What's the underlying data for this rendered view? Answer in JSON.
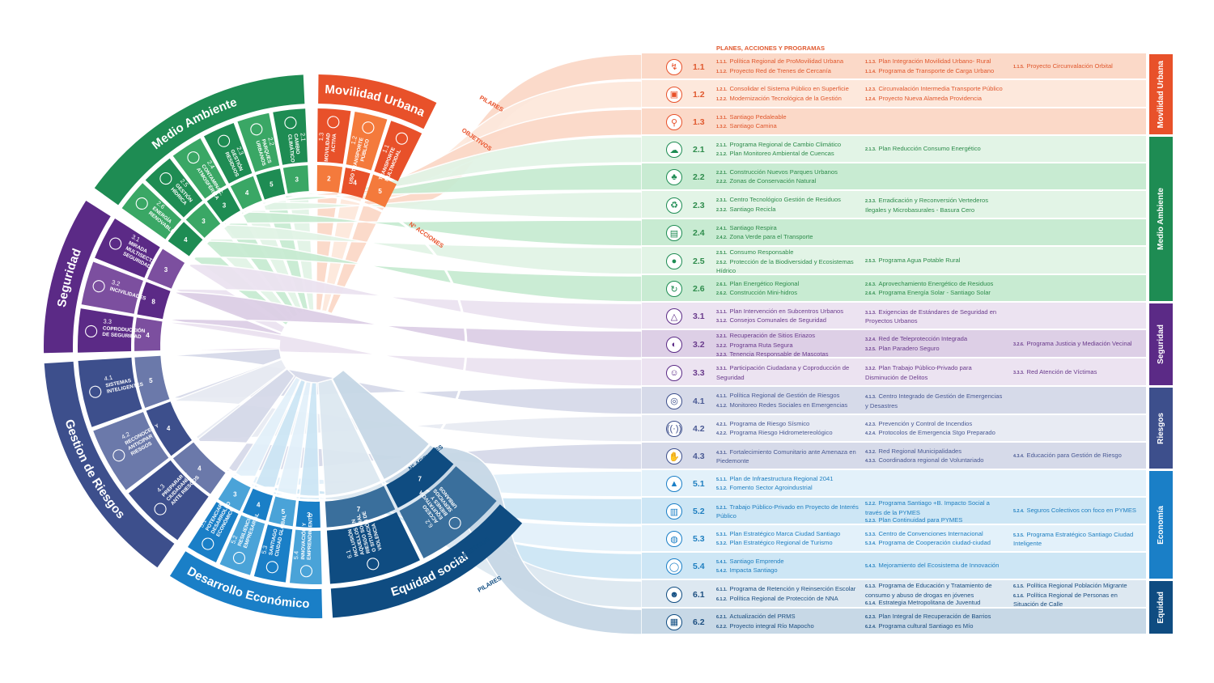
{
  "header": {
    "plans_title": "PLANES, ACCIONES Y PROGRAMAS"
  },
  "labels": {
    "pilares": "PILARES",
    "objetivos": "OBJETIVOS",
    "n_acciones": "N° ACCIONES"
  },
  "pillars": [
    {
      "id": "movilidad",
      "name": "Movilidad Urbana",
      "color": "#e8512a",
      "light": "#f47a3c",
      "pale": "#fbd9c8",
      "pale2": "#fde8dc",
      "text": "#e0592f",
      "objectives": [
        {
          "code": "1.1",
          "label": "TRANSPORTE MULTIMODAL",
          "actions": 5,
          "icon": "route-icon",
          "glyph": "↯"
        },
        {
          "code": "1.2",
          "label": "USO TRANSPORTE PÚBLICO",
          "actions": 4,
          "icon": "bus-icon",
          "glyph": "▣"
        },
        {
          "code": "1.3",
          "label": "MOVILIDAD ACTIVA",
          "actions": 2,
          "icon": "bike-icon",
          "glyph": "⚲"
        }
      ]
    },
    {
      "id": "medio",
      "name": "Medio Ambiente",
      "color": "#1e8c53",
      "light": "#3aa765",
      "pale": "#c8ebd2",
      "pale2": "#e2f4e6",
      "text": "#2e8c4c",
      "objectives": [
        {
          "code": "2.1",
          "label": "CAMBIO CLIMÁTICO",
          "actions": 3,
          "icon": "climate-icon",
          "glyph": "☁"
        },
        {
          "code": "2.2",
          "label": "PARQUES URBANOS",
          "actions": 5,
          "icon": "tree-icon",
          "glyph": "♣"
        },
        {
          "code": "2.3",
          "label": "GESTIÓN RESIDUOS",
          "actions": 4,
          "icon": "recycle-icon",
          "glyph": "♻"
        },
        {
          "code": "2.4",
          "label": "CONTAMINAC. ATMOSFÉRICA",
          "actions": 3,
          "icon": "factory-icon",
          "glyph": "▤"
        },
        {
          "code": "2.5",
          "label": "GESTIÓN HÍDRICA",
          "actions": 3,
          "icon": "water-drop-icon",
          "glyph": "●"
        },
        {
          "code": "2.6",
          "label": "ENERGÍA RENOVABLE",
          "actions": 4,
          "icon": "renewable-icon",
          "glyph": "↻"
        }
      ]
    },
    {
      "id": "seguridad",
      "name": "Seguridad",
      "color": "#5b2a86",
      "light": "#7c4f9f",
      "pale": "#ddcfe6",
      "pale2": "#ece3f1",
      "text": "#6a3b8c",
      "objectives": [
        {
          "code": "3.1",
          "label": "MIRADA MULTISECT. SEGURIDAD",
          "actions": 3,
          "icon": "warning-icon",
          "glyph": "△"
        },
        {
          "code": "3.2",
          "label": "INCIVILIDADES",
          "actions": 8,
          "icon": "speech-icon",
          "glyph": "◐"
        },
        {
          "code": "3.3",
          "label": "COPRODUCCIÓN DE SEGURIDAD",
          "actions": 4,
          "icon": "people-icon",
          "glyph": "☺"
        }
      ]
    },
    {
      "id": "riesgos",
      "name": "Gestion de Riesgos",
      "color": "#3d4f8c",
      "light": "#6b79aa",
      "pale": "#d6dae9",
      "pale2": "#e8ebf3",
      "text": "#4a5a94",
      "objectives": [
        {
          "code": "4.1",
          "label": "SISTEMAS INTELIGENTES",
          "actions": 5,
          "icon": "network-icon",
          "glyph": "◎"
        },
        {
          "code": "4.2",
          "label": "RECONOCER Y ANTICIPAR RIESGOS",
          "actions": 4,
          "icon": "signal-icon",
          "glyph": "((·))"
        },
        {
          "code": "4.3",
          "label": "PREPARAR A CIUDADANÍA ANTE RIESGOS",
          "actions": 4,
          "icon": "hands-icon",
          "glyph": "✋"
        }
      ]
    },
    {
      "id": "economia",
      "name": "Desarrollo Económico",
      "color": "#1a7fc7",
      "light": "#4aa3d8",
      "pale": "#cde6f5",
      "pale2": "#e3f1fa",
      "text": "#1f7fc0",
      "objectives": [
        {
          "code": "5.1",
          "label": "POTENCIAR DESARROLLO ECONÓMICO",
          "actions": 3,
          "icon": "growth-icon",
          "glyph": "▲"
        },
        {
          "code": "5.2",
          "label": "RESILIENCIA EMPRESARIAL",
          "actions": 4,
          "icon": "industry-icon",
          "glyph": "▥"
        },
        {
          "code": "5.3",
          "label": "SANTIAGO CIUDAD GLOBAL",
          "actions": 5,
          "icon": "globe-icon",
          "glyph": "◍"
        },
        {
          "code": "5.4",
          "label": "INNOVACIÓN Y EMPRENDIMIENTO",
          "actions": 3,
          "icon": "bulb-icon",
          "glyph": "◯"
        }
      ]
    },
    {
      "id": "equidad",
      "name": "Equidad social",
      "color": "#0f4c81",
      "light": "#3a6f9c",
      "pale": "#c7d8e6",
      "pale2": "#dde8f1",
      "text": "#1d4f80",
      "objectives": [
        {
          "code": "6.1",
          "label": "INCLUSIÓN AQUELLOS EN RIESGO SOCIAL O SITUACIÓN DE VIOLENCIA",
          "actions": 7,
          "icon": "group-icon",
          "glyph": "☻"
        },
        {
          "code": "6.2",
          "label": "ACCESO EQUITATIVO A BIENES Y SERVICIOS URBANOS",
          "actions": 7,
          "icon": "city-icon",
          "glyph": "▦"
        }
      ]
    }
  ],
  "table_pillars": [
    {
      "name": "Movilidad Urbana",
      "color": "#e8512a"
    },
    {
      "name": "Medio Ambiente",
      "color": "#1e8c53"
    },
    {
      "name": "Seguridad",
      "color": "#5b2a86"
    },
    {
      "name": "Riesgos",
      "color": "#3d4f8c"
    },
    {
      "name": "Economía",
      "color": "#1a7fc7"
    },
    {
      "name": "Equidad",
      "color": "#0f4c81"
    }
  ],
  "rows": [
    {
      "code": "1.1",
      "p": 0,
      "h": 33,
      "cols": [
        [
          [
            "1.1.1.",
            "Política Regional de ProMovilidad Urbana"
          ],
          [
            "1.1.2.",
            "Proyecto Red de Trenes de Cercanía"
          ]
        ],
        [
          [
            "1.1.3.",
            "Plan Integración Movilidad Urbano- Rural"
          ],
          [
            "1.1.4.",
            "Programa de Transporte de Carga Urbano"
          ]
        ],
        [
          [
            "1.1.5.",
            "Proyecto Circunvalación Orbital"
          ]
        ]
      ]
    },
    {
      "code": "1.2",
      "p": 0,
      "h": 35,
      "cols": [
        [
          [
            "1.2.1.",
            "Consolidar el Sistema Público en Superficie"
          ],
          [
            "1.2.2.",
            "Modernización Tecnológica de la Gestión"
          ]
        ],
        [
          [
            "1.2.3.",
            "Circunvalación Intermedia Transporte Público"
          ],
          [
            "1.2.4.",
            "Proyecto Nueva Alameda Providencia"
          ]
        ],
        []
      ]
    },
    {
      "code": "1.3",
      "p": 0,
      "h": 34,
      "cols": [
        [
          [
            "1.3.1.",
            "Santiago Pedaleable"
          ],
          [
            "1.3.2.",
            "Santiago Camina"
          ]
        ],
        [],
        []
      ]
    },
    {
      "code": "2.1",
      "p": 1,
      "h": 34,
      "cols": [
        [
          [
            "2.1.1.",
            "Programa Regional de Cambio Climático"
          ],
          [
            "2.1.2.",
            "Plan Monitoreo Ambiental de Cuencas"
          ]
        ],
        [
          [
            "2.1.3.",
            "Plan Reducción Consumo Energético"
          ]
        ],
        []
      ]
    },
    {
      "code": "2.2",
      "p": 1,
      "h": 34,
      "cols": [
        [
          [
            "2.2.1.",
            "Construcción Nuevos Parques Urbanos"
          ],
          [
            "2.2.2.",
            "Zonas de Conservación Natural"
          ]
        ],
        [],
        []
      ]
    },
    {
      "code": "2.3",
      "p": 1,
      "h": 35,
      "cols": [
        [
          [
            "2.3.1.",
            "Centro Tecnológico Gestión de Residuos"
          ],
          [
            "2.3.2.",
            "Santiago Recicla"
          ]
        ],
        [
          [
            "2.3.3.",
            "Erradicación y Reconversión Vertederos Ilegales y Microbasurales - Basura Cero"
          ]
        ],
        []
      ]
    },
    {
      "code": "2.4",
      "p": 1,
      "h": 34,
      "cols": [
        [
          [
            "2.4.1.",
            "Santiago Respira"
          ],
          [
            "2.4.2.",
            "Zona Verde para el Transporte"
          ]
        ],
        [],
        []
      ]
    },
    {
      "code": "2.5",
      "p": 1,
      "h": 35,
      "cols": [
        [
          [
            "2.5.1.",
            "Consumo Responsable"
          ],
          [
            "2.5.2.",
            "Protección de la Biodiversidad y Ecosistemas Hídrico"
          ]
        ],
        [
          [
            "2.5.3.",
            "Programa Agua Potable Rural"
          ]
        ],
        []
      ]
    },
    {
      "code": "2.6",
      "p": 1,
      "h": 34,
      "cols": [
        [
          [
            "2.6.1.",
            "Plan Energético Regional"
          ],
          [
            "2.6.2.",
            "Construcción Mini-hidros"
          ]
        ],
        [
          [
            "2.6.3.",
            "Aprovechamiento Energético de Residuos"
          ],
          [
            "2.6.4.",
            "Programa Energía Solar - Santiago Solar"
          ]
        ],
        []
      ]
    },
    {
      "code": "3.1",
      "p": 2,
      "h": 34,
      "cols": [
        [
          [
            "3.1.1.",
            "Plan Intervención en Subcentros Urbanos"
          ],
          [
            "3.1.2.",
            "Consejos Comunales de Seguridad"
          ]
        ],
        [
          [
            "3.1.3.",
            "Exigencias de Estándares de Seguridad en Proyectos Urbanos"
          ]
        ],
        []
      ]
    },
    {
      "code": "3.2",
      "p": 2,
      "h": 35,
      "cols": [
        [
          [
            "3.2.1.",
            "Recuperación de Sitios Eriazos"
          ],
          [
            "3.2.2.",
            "Programa Ruta Segura"
          ],
          [
            "3.2.3.",
            "Tenencia Responsable de Mascotas"
          ]
        ],
        [
          [
            "3.2.4.",
            "Red de Teleprotección Integrada"
          ],
          [
            "3.2.5.",
            "Plan Paradero Seguro"
          ]
        ],
        [
          [
            "3.2.6.",
            "Programa Justicia y Mediación Vecinal"
          ]
        ]
      ]
    },
    {
      "code": "3.3",
      "p": 2,
      "h": 35,
      "cols": [
        [
          [
            "3.3.1.",
            "Participación Ciudadana y Coproducción de Seguridad"
          ]
        ],
        [
          [
            "3.3.2.",
            "Plan Trabajo Público-Privado para Disminución de Delitos"
          ]
        ],
        [
          [
            "3.3.3.",
            "Red Atención de Víctimas"
          ]
        ]
      ]
    },
    {
      "code": "4.1",
      "p": 3,
      "h": 35,
      "cols": [
        [
          [
            "4.1.1.",
            "Política Regional de Gestión de Riesgos"
          ],
          [
            "4.1.2.",
            "Monitoreo Redes Sociales en Emergencias"
          ]
        ],
        [
          [
            "4.1.3.",
            "Centro Integrado de Gestión de Emergencias y Desastres"
          ]
        ],
        []
      ]
    },
    {
      "code": "4.2",
      "p": 3,
      "h": 34,
      "cols": [
        [
          [
            "4.2.1.",
            "Programa de Riesgo Sísmico"
          ],
          [
            "4.2.2.",
            "Programa Riesgo Hidrometereológico"
          ]
        ],
        [
          [
            "4.2.3.",
            "Prevención y Control de Incendios"
          ],
          [
            "4.2.4.",
            "Protocolos de Emergencia Stgo Preparado"
          ]
        ],
        []
      ]
    },
    {
      "code": "4.3",
      "p": 3,
      "h": 34,
      "cols": [
        [
          [
            "4.3.1.",
            "Fortalecimiento Comunitario ante Amenaza en Piedemonte"
          ]
        ],
        [
          [
            "4.3.2.",
            "Red Regional Municipalidades"
          ],
          [
            "4.3.3.",
            "Coordinadora regional de Voluntariado"
          ]
        ],
        [
          [
            "4.3.4.",
            "Educación para Gestión de Riesgo"
          ]
        ]
      ]
    },
    {
      "code": "5.1",
      "p": 4,
      "h": 34,
      "cols": [
        [
          [
            "5.1.1.",
            "Plan de Infraestructura Regional 2041"
          ],
          [
            "5.1.2.",
            "Fomento Sector Agroindustrial"
          ]
        ],
        [],
        []
      ]
    },
    {
      "code": "5.2",
      "p": 4,
      "h": 34,
      "cols": [
        [
          [
            "5.2.1.",
            "Trabajo Público-Privado en Proyecto de Interés Público"
          ]
        ],
        [
          [
            "5.2.2.",
            "Programa Santiago +B. Impacto Social a través de la PYMES"
          ],
          [
            "5.2.3.",
            "Plan Continuidad para PYMES"
          ]
        ],
        [
          [
            "5.2.4.",
            "Seguros Colectivos con foco en PYMES"
          ]
        ]
      ]
    },
    {
      "code": "5.3",
      "p": 4,
      "h": 34,
      "cols": [
        [
          [
            "5.3.1.",
            "Plan Estratégico Marca Ciudad Santiago"
          ],
          [
            "5.3.2.",
            "Plan Estratégico Regional de Turismo"
          ]
        ],
        [
          [
            "5.3.3.",
            "Centro de Convenciones Internacional"
          ],
          [
            "5.3.4.",
            "Programa de Cooperación ciudad-ciudad"
          ]
        ],
        [
          [
            "5.3.5.",
            "Programa Estratégico Santiago Ciudad Inteligente"
          ]
        ]
      ]
    },
    {
      "code": "5.4",
      "p": 4,
      "h": 34,
      "cols": [
        [
          [
            "5.4.1.",
            "Santiago Emprende"
          ],
          [
            "5.4.2.",
            "Impacta Santiago"
          ]
        ],
        [
          [
            "5.4.3.",
            "Mejoramiento del Ecosistema de Innovación"
          ]
        ],
        []
      ]
    },
    {
      "code": "6.1",
      "p": 5,
      "h": 35,
      "cols": [
        [
          [
            "6.1.1.",
            "Programa de Retención y Reinserción Escolar"
          ],
          [
            "6.1.2.",
            "Política Regional de Protección de NNA"
          ]
        ],
        [
          [
            "6.1.3.",
            "Programa de Educación y Tratamiento de consumo y abuso de drogas en jóvenes"
          ],
          [
            "6.1.4.",
            "Estrategia Metropolitana de Juventud"
          ]
        ],
        [
          [
            "6.1.5.",
            "Política Regional Población Migrante"
          ],
          [
            "6.1.6.",
            "Política Regional de Personas en Situación de Calle"
          ]
        ]
      ]
    },
    {
      "code": "6.2",
      "p": 5,
      "h": 33,
      "cols": [
        [
          [
            "6.2.1.",
            "Actualización del PRMS"
          ],
          [
            "6.2.2.",
            "Proyecto integral Río Mapocho"
          ]
        ],
        [
          [
            "6.2.3.",
            "Plan Integral de Recuperación de Barrios"
          ],
          [
            "6.2.4.",
            "Programa cultural Santiago es Mío"
          ]
        ],
        []
      ]
    }
  ]
}
